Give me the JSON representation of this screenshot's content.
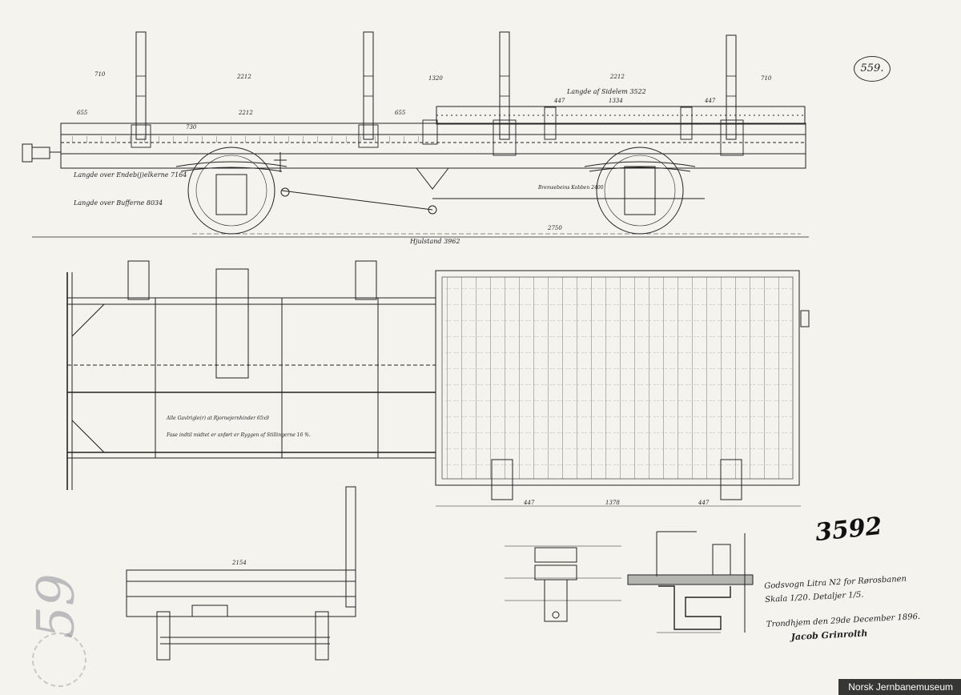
{
  "sheet": {
    "sheet_number": "559.",
    "archive_number": "3592"
  },
  "drawing_labels": {
    "side_height_label": "Langde af Sidelem 3522",
    "frame_length_label": "Langde over Endeb(j)elkerne 7164",
    "buffer_length_label": "Langde over Bufferne 8034",
    "wheelbase_label": "Hjulstand 3962",
    "brake_label": "Bremsebeins Kobben 2400"
  },
  "dimensions": {
    "top_row": [
      "710",
      "2212",
      "1320",
      "2212",
      "710"
    ],
    "frame": [
      "655",
      "730",
      "2212",
      "655",
      "447",
      "1334",
      "447"
    ],
    "lower": [
      "2750",
      "1378",
      "447",
      "447",
      "2154"
    ]
  },
  "notes": {
    "note_1": "Alle Gavlrigle(r) at Rjornejernhinder 65x9",
    "note_2": "Fase indtil midtet er anført er Ryggen af Stillingerne 16 %."
  },
  "title_block": {
    "line_1": "Godsvogn Litra N2 for Rørosbanen",
    "line_2": "Skala 1/20. Detaljer 1/5.",
    "line_3": "Trondhjem den 29de December 1896.",
    "signature": "Jacob Grinrolth"
  },
  "pencil_mark": "59",
  "credit": "Norsk Jernbanemuseum"
}
